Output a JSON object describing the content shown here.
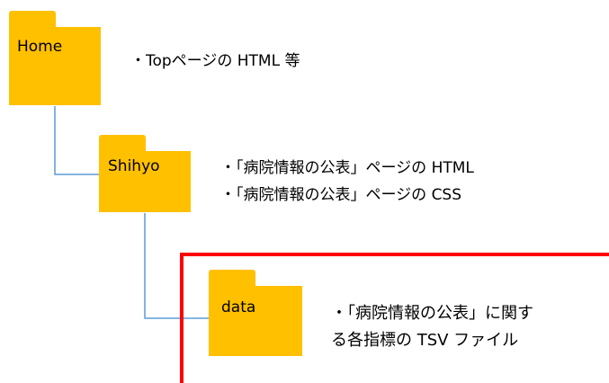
{
  "colors": {
    "folder": "#ffc000",
    "connector": "#5b9bd5",
    "highlight": "#ff0000"
  },
  "folders": {
    "home": {
      "label": "Home"
    },
    "shihyo": {
      "label": "Shihyo"
    },
    "data": {
      "label": "data"
    }
  },
  "notes": {
    "home": [
      "・Topページの HTML 等"
    ],
    "shihyo": [
      "・「病院情報の公表」ページの HTML",
      "・「病院情報の公表」ページの CSS"
    ],
    "data": [
      "・「病院情報の公表」に関す",
      "る各指標の TSV ファイル"
    ]
  }
}
